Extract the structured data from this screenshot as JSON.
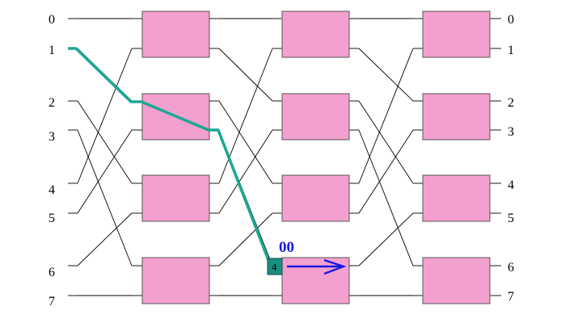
{
  "input_labels": [
    "0",
    "1",
    "2",
    "3",
    "4",
    "5",
    "6",
    "7"
  ],
  "output_labels": [
    "0",
    "1",
    "2",
    "3",
    "4",
    "5",
    "6",
    "7"
  ],
  "packet": {
    "tag": "4",
    "bits": "00"
  },
  "colors": {
    "switch_fill": "#f4a0cf",
    "route": "#1ba896",
    "packet_tag": "#1a8f80",
    "arrow": "#1a1add"
  },
  "stages": 3,
  "switches_per_stage": 4
}
